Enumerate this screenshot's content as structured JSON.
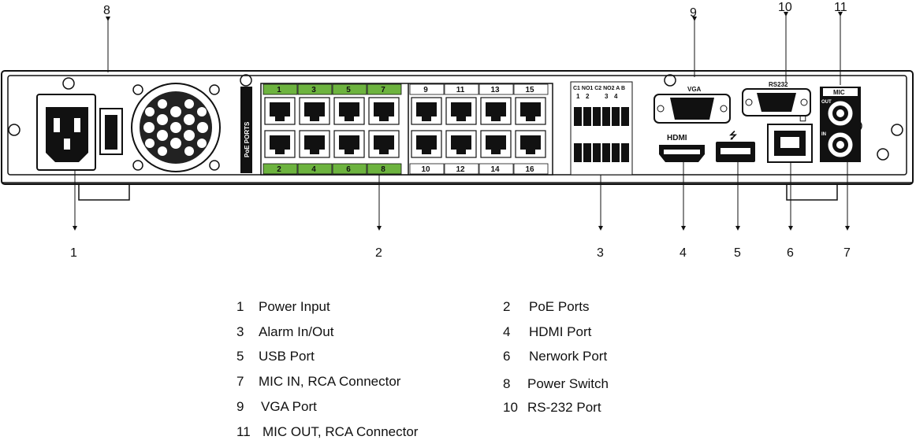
{
  "callouts": [
    "1",
    "2",
    "3",
    "4",
    "5",
    "6",
    "7",
    "8",
    "9",
    "10",
    "11"
  ],
  "panel": {
    "poe_label": "PoE PORTS",
    "poe_top_green": [
      "1",
      "3",
      "5",
      "7"
    ],
    "poe_top_white": [
      "9",
      "11",
      "13",
      "15"
    ],
    "poe_bottom_green": [
      "2",
      "4",
      "6",
      "8"
    ],
    "poe_bottom_white": [
      "10",
      "12",
      "14",
      "16"
    ],
    "alarm_header": "C1 NO1 C2 NO2  A   B",
    "alarm_pins": [
      "1",
      "2",
      "3",
      "4"
    ],
    "vga_label": "VGA",
    "rs232_label": "RS232",
    "mic_label": "MIC",
    "mic_out": "OUT",
    "mic_in": "IN",
    "hdmi_logo": "HDMI"
  },
  "legend": [
    {
      "num": "1",
      "text": "Power Input"
    },
    {
      "num": "2",
      "text": "PoE Ports"
    },
    {
      "num": "3",
      "text": "Alarm In/Out"
    },
    {
      "num": "4",
      "text": "HDMI Port"
    },
    {
      "num": "5",
      "text": "USB Port"
    },
    {
      "num": "6",
      "text": "Nerwork Port"
    },
    {
      "num": "7",
      "text": "MIC IN, RCA Connector"
    },
    {
      "num": "8",
      "text": "Power Switch"
    },
    {
      "num": "9",
      "text": "VGA Port"
    },
    {
      "num": "10",
      "text": "RS-232 Port"
    },
    {
      "num": "11",
      "text": "MIC OUT, RCA Connector"
    }
  ]
}
